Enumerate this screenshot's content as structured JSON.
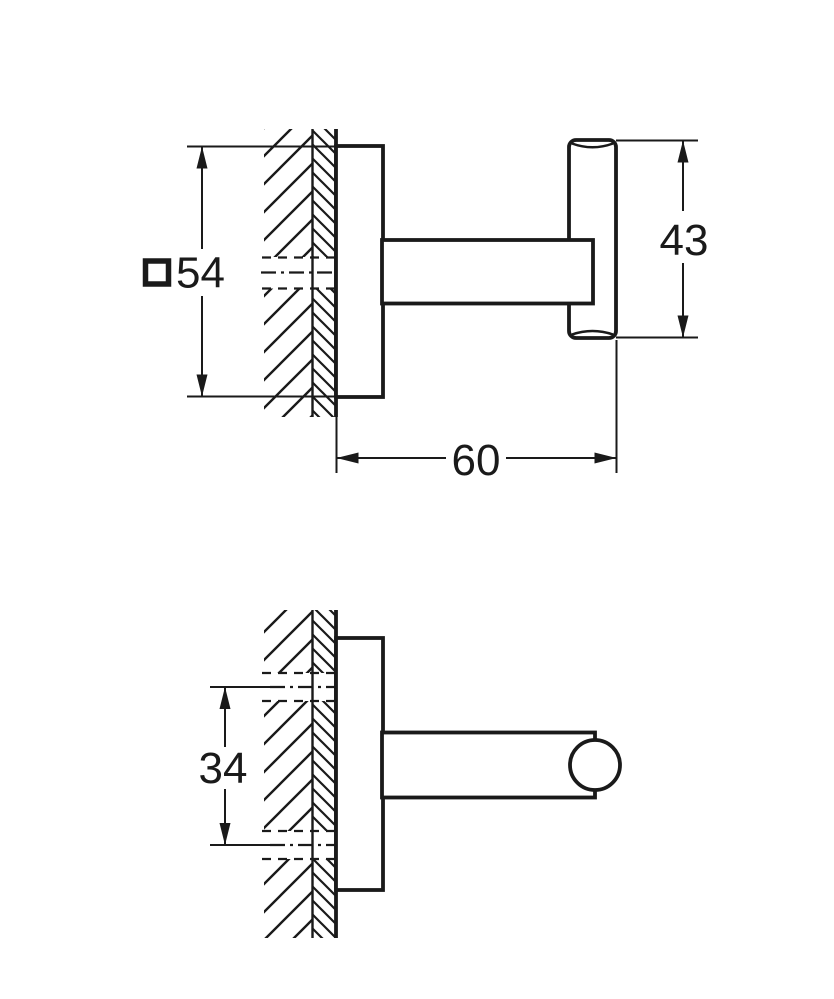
{
  "colors": {
    "ink": "#1a1a1a",
    "background": "#ffffff"
  },
  "side_view": {
    "plate_dim": {
      "symbol": "□",
      "value": "54"
    },
    "height_dim": {
      "value": "43"
    },
    "depth_dim": {
      "value": "60"
    }
  },
  "top_view": {
    "spacing_dim": {
      "value": "34"
    }
  }
}
